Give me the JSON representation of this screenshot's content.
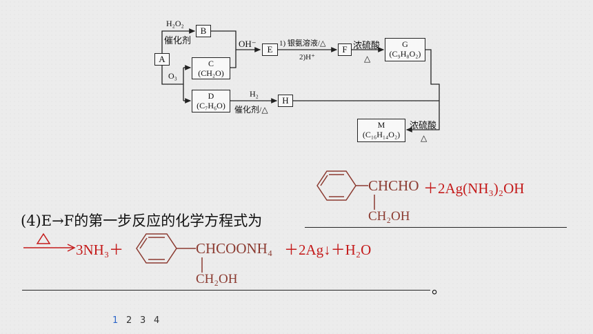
{
  "flowchart": {
    "nodes": {
      "A": "A",
      "B": "B",
      "C_name": "C",
      "C_formula": "(CH₂O)",
      "D_name": "D",
      "D_formula": "(C₇H₆O)",
      "E": "E",
      "F": "F",
      "G_name": "G",
      "G_formula": "(C₉H₈O₂)",
      "H": "H",
      "M_name": "M",
      "M_formula": "(C₁₆H₁₄O₂)"
    },
    "labels": {
      "h2o2": "H₂O₂",
      "catalyst_ab": "催化剂",
      "o3": "O₃",
      "oh_minus": "OH⁻",
      "step1": "1) 银氨溶液/△",
      "step2": "2)H⁺",
      "conc_h2so4_fg": "浓硫酸",
      "heat_fg": "△",
      "h2": "H₂",
      "catalyst_dh": "催化剂/△",
      "conc_h2so4_m": "浓硫酸",
      "heat_m": "△"
    }
  },
  "question": {
    "text": "(4)E→F的第一步反应的化学方程式为"
  },
  "answer": {
    "reactant_chain": "CHCHO",
    "reactant_side": "CH₂OH",
    "reagent": "＋2Ag(NH₃)₂OH",
    "arrow_condition": "△",
    "nh3": "3NH₃＋",
    "product_chain": "CHCOONH₄",
    "product_side": "CH₂OH",
    "tail": "＋2Ag↓＋H₂O",
    "period": "。"
  },
  "pager": [
    "1",
    "2",
    "3",
    "4"
  ],
  "colors": {
    "answer_red": "#c41a1a",
    "structure_brown": "#8b3a30",
    "pager_active": "#2a64c8",
    "pager_inactive": "#333333"
  }
}
